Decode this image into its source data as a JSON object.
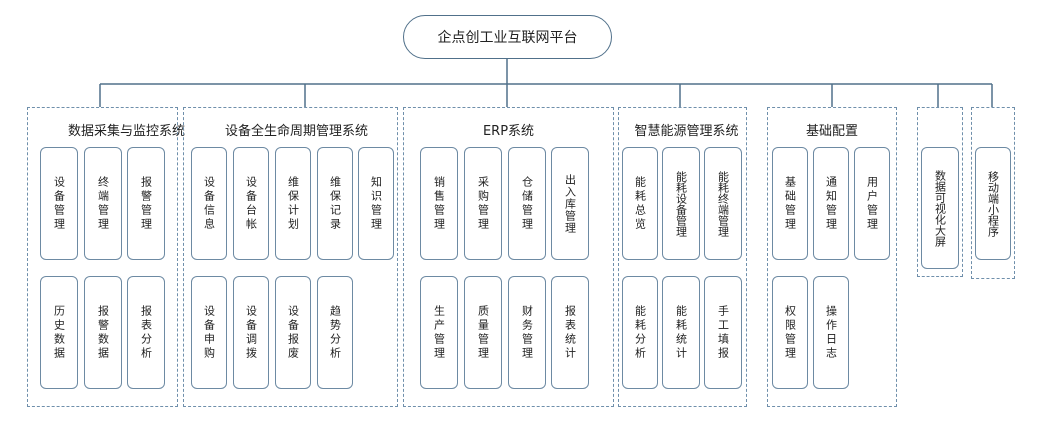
{
  "root": "企点创工业互联网平台",
  "groups": [
    {
      "title": "数据采集与监控系统",
      "nodes": [
        "设备管理",
        "终端管理",
        "报警管理",
        "历史数据",
        "报警数据",
        "报表分析"
      ]
    },
    {
      "title": "设备全生命周期管理系统",
      "nodes": [
        "设备信息",
        "设备台帐",
        "维保计划",
        "维保记录",
        "知识管理",
        "设备申购",
        "设备调拨",
        "设备报废",
        "趋势分析"
      ]
    },
    {
      "title": "ERP系统",
      "nodes": [
        "销售管理",
        "采购管理",
        "仓储管理",
        "出入库管理",
        "生产管理",
        "质量管理",
        "财务管理",
        "报表统计"
      ]
    },
    {
      "title": "智慧能源管理系统",
      "nodes": [
        "能耗总览",
        "能耗设备管理",
        "能耗终端管理",
        "能耗分析",
        "能耗统计",
        "手工填报"
      ]
    },
    {
      "title": "基础配置",
      "nodes": [
        "基础管理",
        "通知管理",
        "用户管理",
        "权限管理",
        "操作日志"
      ]
    },
    {
      "title": "数据可视化大屏",
      "nodes": []
    },
    {
      "title": "移动端小程序",
      "nodes": []
    }
  ]
}
